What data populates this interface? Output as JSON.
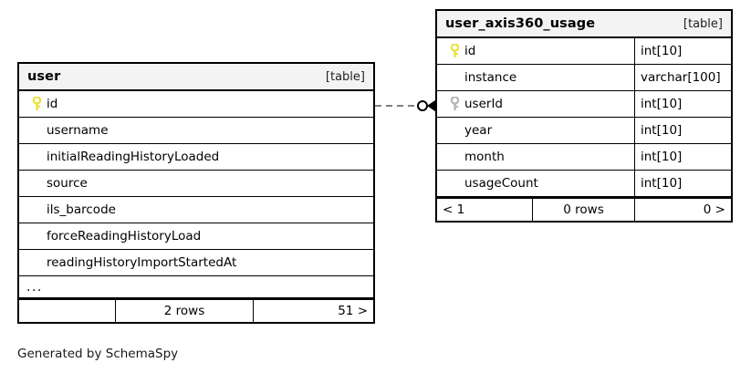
{
  "diagram": {
    "caption": "Generated by SchemaSpy",
    "table_tag": "[table]",
    "ellipsis": "...",
    "colors": {
      "primary_key_icon": "#e8e337",
      "foreign_key_icon": "#b4b4b4",
      "header_background": "#f3f3f3",
      "border": "#000000",
      "relationship_line": "#808080"
    }
  },
  "tables": [
    {
      "name": "user",
      "tag": "[table]",
      "columns": [
        {
          "name": "id",
          "type": "",
          "key": "primary"
        },
        {
          "name": "username",
          "type": "",
          "key": "none"
        },
        {
          "name": "initialReadingHistoryLoaded",
          "type": "",
          "key": "none"
        },
        {
          "name": "source",
          "type": "",
          "key": "none"
        },
        {
          "name": "ils_barcode",
          "type": "",
          "key": "none"
        },
        {
          "name": "forceReadingHistoryLoad",
          "type": "",
          "key": "none"
        },
        {
          "name": "readingHistoryImportStartedAt",
          "type": "",
          "key": "none"
        }
      ],
      "more_indicator": "...",
      "footer": {
        "left": "",
        "center": "2 rows",
        "right": "51 >"
      }
    },
    {
      "name": "user_axis360_usage",
      "tag": "[table]",
      "columns": [
        {
          "name": "id",
          "type": "int[10]",
          "key": "primary"
        },
        {
          "name": "instance",
          "type": "varchar[100]",
          "key": "none"
        },
        {
          "name": "userId",
          "type": "int[10]",
          "key": "foreign"
        },
        {
          "name": "year",
          "type": "int[10]",
          "key": "none"
        },
        {
          "name": "month",
          "type": "int[10]",
          "key": "none"
        },
        {
          "name": "usageCount",
          "type": "int[10]",
          "key": "none"
        }
      ],
      "more_indicator": "",
      "footer": {
        "left": "< 1",
        "center": "0 rows",
        "right": "0 >"
      }
    }
  ],
  "relationship": {
    "from_table": "user",
    "from_column": "id",
    "to_table": "user_axis360_usage",
    "to_column": "userId",
    "style": "dashed",
    "source_marker": "open-circle",
    "target_marker": "crowfoot-arrow"
  }
}
